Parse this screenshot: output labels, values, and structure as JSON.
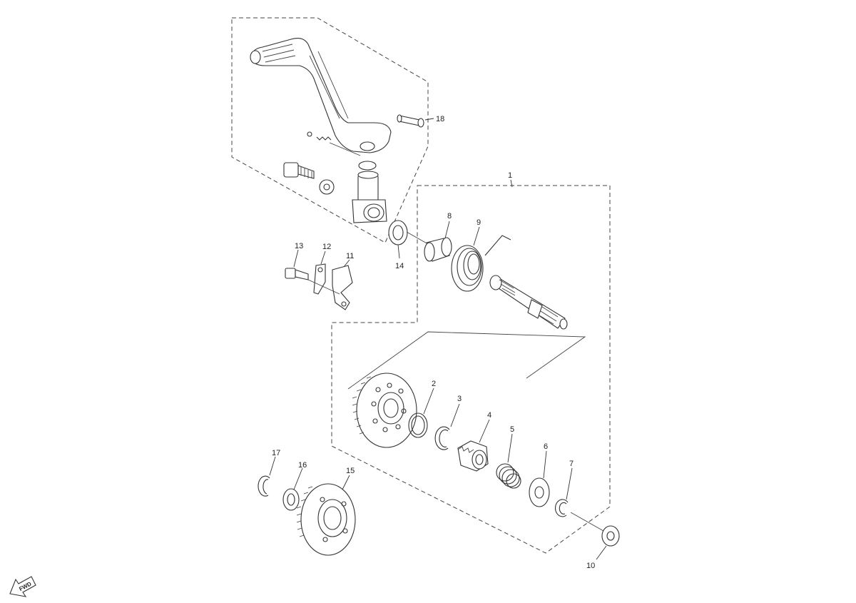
{
  "callouts": {
    "c1": "1",
    "c2": "2",
    "c3": "3",
    "c4": "4",
    "c5": "5",
    "c6": "6",
    "c7": "7",
    "c8": "8",
    "c9": "9",
    "c10": "10",
    "c11": "11",
    "c12": "12",
    "c13": "13",
    "c14": "14",
    "c15": "15",
    "c16": "16",
    "c17": "17",
    "c18": "18"
  },
  "fwd_indicator": {
    "label": "FWD",
    "icon": "forward-arrow-icon"
  }
}
